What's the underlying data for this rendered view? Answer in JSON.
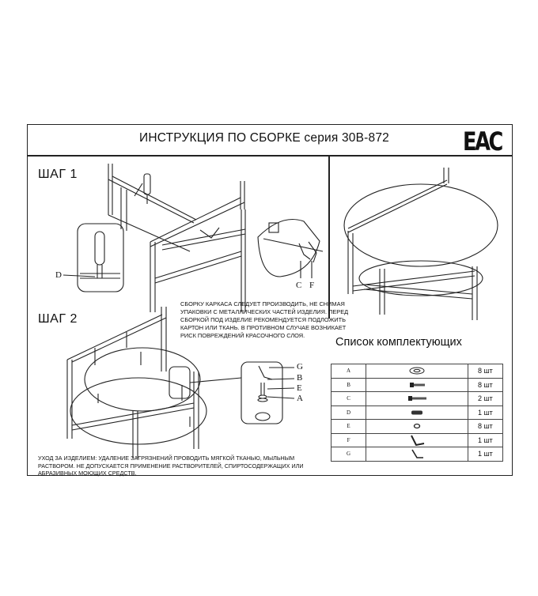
{
  "header": {
    "title": "ИНСТРУКЦИЯ ПО СБОРКЕ серия 30В-872",
    "certification_mark": "EAC"
  },
  "steps": [
    {
      "label": "ШАГ 1"
    },
    {
      "label": "ШАГ 2"
    }
  ],
  "step1_callouts": {
    "d": "D",
    "c": "C",
    "f": "F"
  },
  "step2_callouts": {
    "g": "G",
    "b": "B",
    "e": "E",
    "a": "A"
  },
  "assembly_note": "СБОРКУ КАРКАСА СЛЕДУЕТ ПРОИЗВОДИТЬ, НЕ СНИМАЯ УПАКОВКИ С МЕТАЛЛИЧЕСКИХ ЧАСТЕЙ ИЗДЕЛИЯ. ПЕРЕД СБОРКОЙ ПОД ИЗДЕЛИЕ РЕКОМЕНДУЕТСЯ ПОДЛОЖИТЬ КАРТОН ИЛИ ТКАНЬ. В ПРОТИВНОМ СЛУЧАЕ ВОЗНИКАЕТ РИСК ПОВРЕЖДЕНИЙ КРАСОЧНОГО СЛОЯ.",
  "care_note": "УХОД ЗА ИЗДЕЛИЕМ: УДАЛЕНИЕ ЗАГРЯЗНЕНИЙ ПРОВОДИТЬ МЯГКОЙ ТКАНЬЮ, МЫЛЬНЫМ РАСТВОРОМ. НЕ ДОПУСКАЕТСЯ ПРИМЕНЕНИЕ РАСТВОРИТЕЛЕЙ, СПИРТОСОДЕРЖАЩИХ ИЛИ АБРАЗИВНЫХ МОЮЩИХ СРЕДСТВ.",
  "parts_list": {
    "title": "Список комплектующих",
    "items": [
      {
        "letter": "A",
        "icon": "washer-icon",
        "qty": "8 шт"
      },
      {
        "letter": "B",
        "icon": "bolt-icon",
        "qty": "8 шт"
      },
      {
        "letter": "C",
        "icon": "long-bolt-icon",
        "qty": "2 шт"
      },
      {
        "letter": "D",
        "icon": "dowel-icon",
        "qty": "1 шт"
      },
      {
        "letter": "E",
        "icon": "ring-icon",
        "qty": "8 шт"
      },
      {
        "letter": "F",
        "icon": "hex-key-large-icon",
        "qty": "1 шт"
      },
      {
        "letter": "G",
        "icon": "hex-key-small-icon",
        "qty": "1 шт"
      }
    ]
  }
}
